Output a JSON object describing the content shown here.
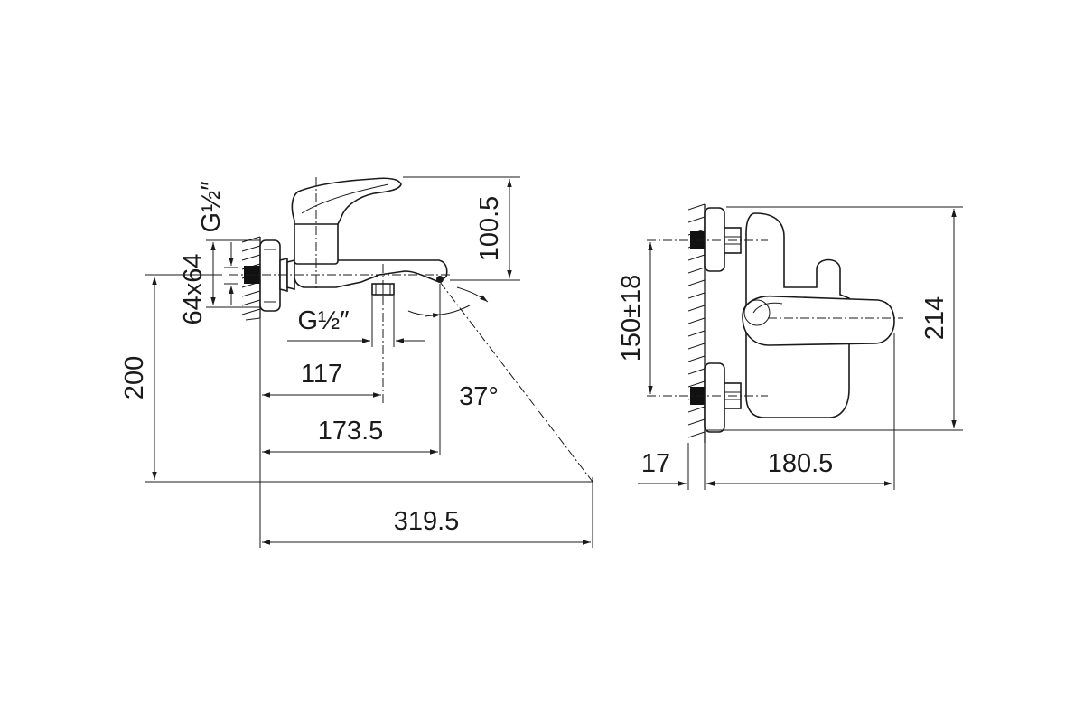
{
  "drawing": {
    "side_view": {
      "thread_top_label": "G½″",
      "eccentric_label": "64x64",
      "thread_bottom_label": "G½″",
      "height_200": "200",
      "height_100_5": "100.5",
      "length_117": "117",
      "length_173_5": "173.5",
      "length_319_5": "319.5",
      "angle_label": "37°"
    },
    "front_view": {
      "centers_label": "150±18",
      "height_214": "214",
      "wall_17": "17",
      "depth_180_5": "180.5"
    }
  }
}
